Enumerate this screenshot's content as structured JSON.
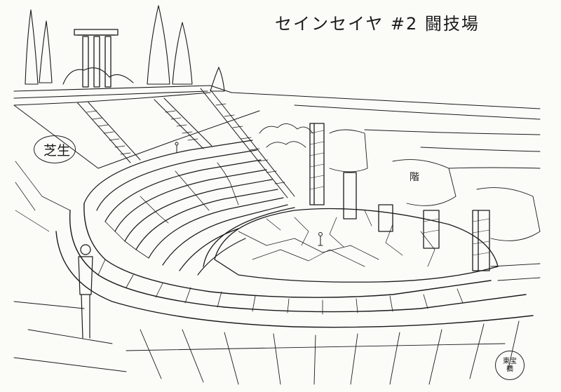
{
  "sheet": {
    "title": "セインセイヤ #2 闘技場",
    "stamp_text": "東宝\n橋"
  },
  "annotations": {
    "grass_label": "芝生",
    "steps_label": "階"
  },
  "colors": {
    "paper": "#fbfbf8",
    "ink": "#1a1a1a"
  }
}
